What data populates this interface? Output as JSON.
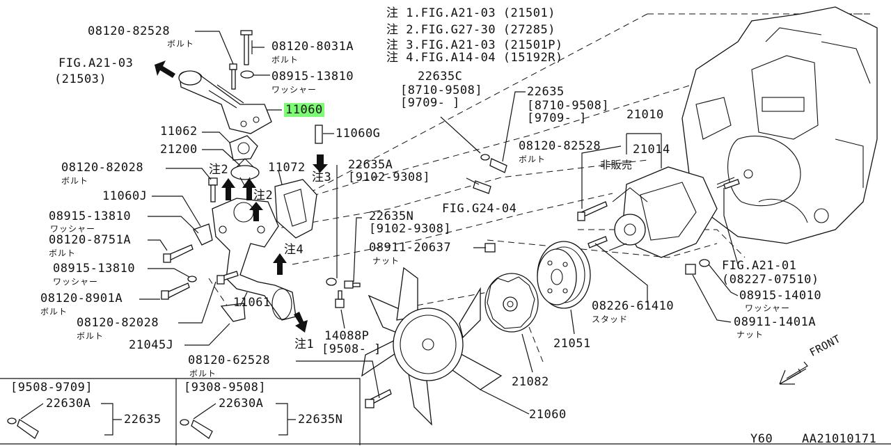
{
  "notes": [
    "注 1.FIG.A21-03 (21501)",
    "注 2.FIG.G27-30 (27285)",
    "注 3.FIG.A21-03 (21501P)",
    "注 4.FIG.A14-04 (15192R)"
  ],
  "labels": {
    "p08120_82528_top": "08120-82528",
    "bolt_1": "ボルト",
    "p08120_8031A": "08120-8031A",
    "bolt_2": "ボルト",
    "fig_a21_03": "FIG.A21-03",
    "fig_a21_03_num": "(21503)",
    "p08915_13810_top": "08915-13810",
    "washer_1": "ワッシャー",
    "p11060": "11060",
    "p11062": "11062",
    "p11060G": "11060G",
    "p21200": "21200",
    "p08120_82028_a": "08120-82028",
    "bolt_3": "ボルト",
    "note2_a": "注2",
    "p11072": "11072",
    "note3": "注3",
    "p11060J": "11060J",
    "note2_b": "注2",
    "p08915_13810_mid": "08915-13810",
    "washer_2": "ワッシャー",
    "p08120_8751A": "08120-8751A",
    "bolt_4": "ボルト",
    "note4": "注4",
    "p08915_13810_low": "08915-13810",
    "washer_3": "ワッシャー",
    "p08120_8901A": "08120-8901A",
    "bolt_5": "ボルト",
    "p11061": "11061",
    "p08120_82028_b": "08120-82028",
    "bolt_6": "ボルト",
    "p21045J": "21045J",
    "note1": "注1",
    "p22635C": "22635C",
    "p22635C_r1": "[8710-9508]",
    "p22635C_r2": "[9709- ]",
    "p22635": "22635",
    "p22635_r1": "[8710-9508]",
    "p22635_r2": "[9709- ]",
    "p22635A": "22635A",
    "p22635A_r": "[9102-9308]",
    "fig_g24_04": "FIG.G24-04",
    "p22635N": "22635N",
    "p22635N_r": "[9102-9308]",
    "p08911_20637": "08911-20637",
    "nut_1": "ナット",
    "p14088P": "14088P",
    "p14088P_r": "[9508- ]",
    "p08120_62528": "08120-62528",
    "bolt_7": "ボルト",
    "p21010": "21010",
    "p08120_82528_r": "08120-82528",
    "bolt_8": "ボルト",
    "p21014": "21014",
    "not_sold": "非販売",
    "fig_a21_01": "FIG.A21-01",
    "fig_a21_01_num": "(08227-07510)",
    "p08915_14010": "08915-14010",
    "washer_4": "ワッシャー",
    "p08911_1401A": "08911-1401A",
    "nut_2": "ナット",
    "p08226_61410": "08226-61410",
    "stud": "スタッド",
    "p21051": "21051",
    "p21082": "21082",
    "p21060": "21060",
    "front": "FRONT",
    "box1_range": "[9508-9709]",
    "box1_sub": "22630A",
    "box1_main": "22635",
    "box2_range": "[9308-9508]",
    "box2_sub": "22630A",
    "box2_main": "22635N",
    "footer_model": "Y60",
    "footer_code": "AA21010171"
  },
  "colors": {
    "highlight": "#7CFC73",
    "line": "#111111",
    "background": "#ffffff"
  }
}
